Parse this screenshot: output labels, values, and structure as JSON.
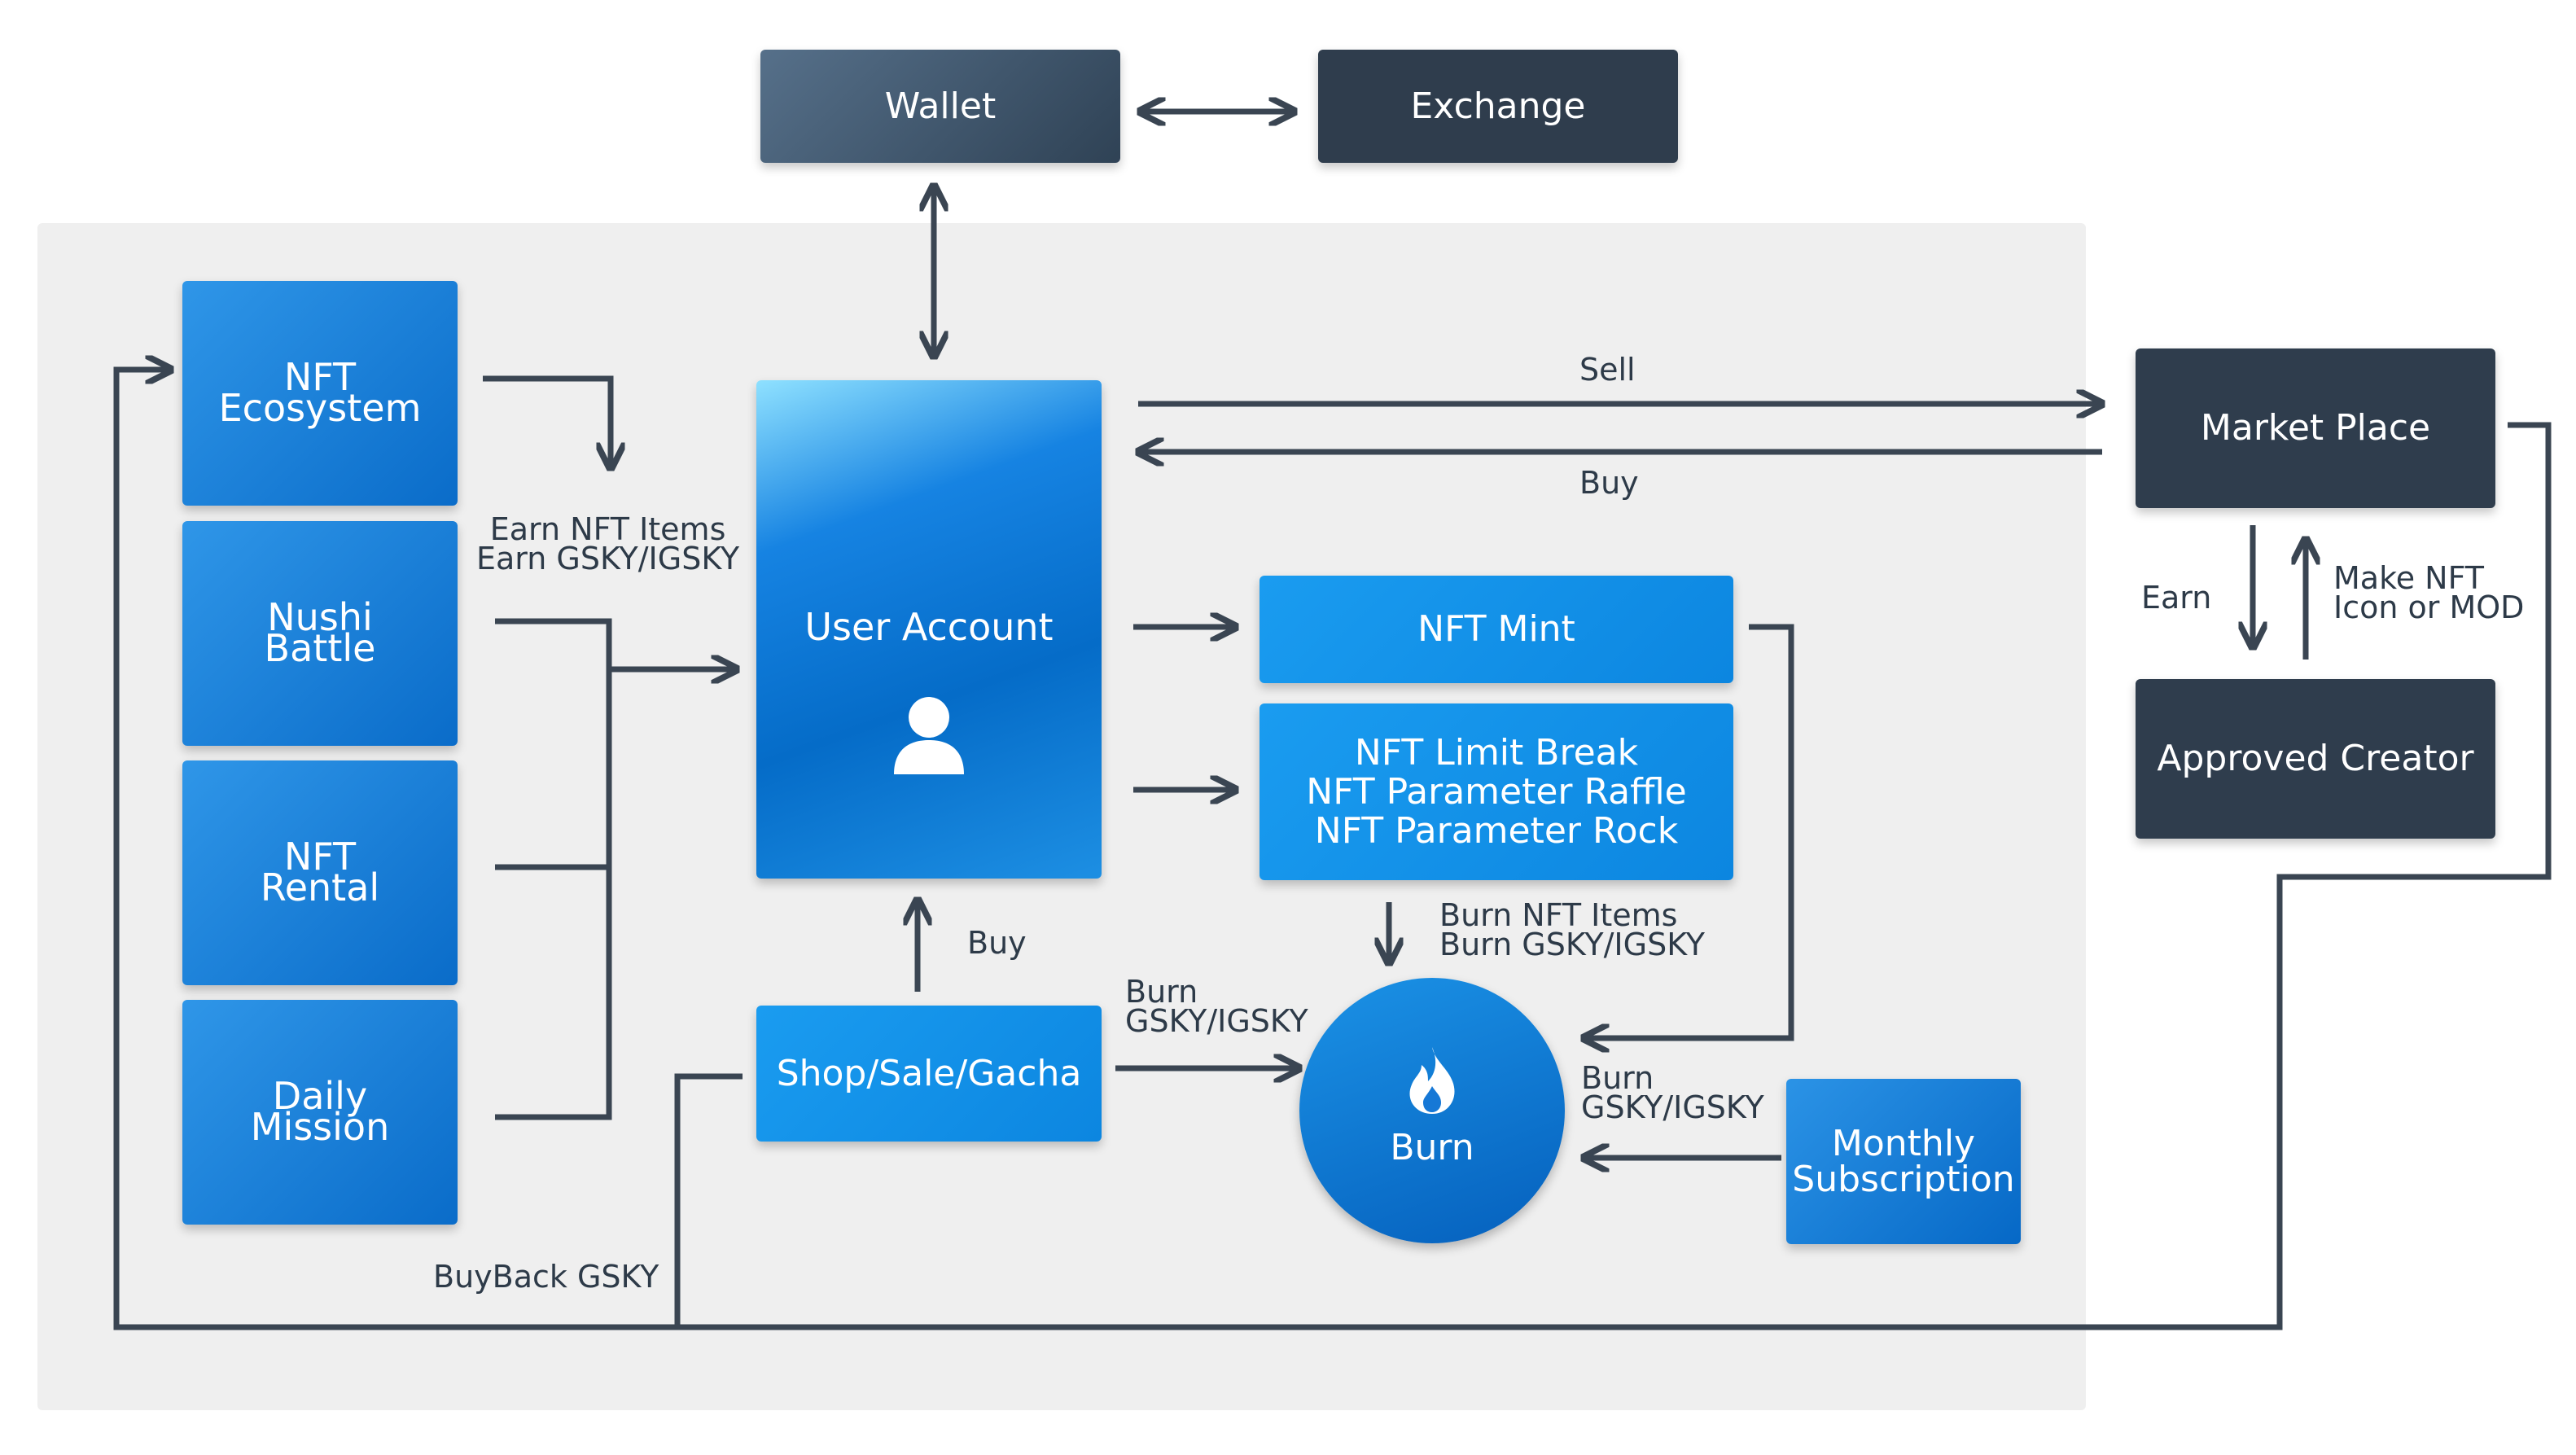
{
  "nodes": {
    "wallet": "Wallet",
    "exchange": "Exchange",
    "nft_ecosystem": [
      "NFT",
      "Ecosystem"
    ],
    "nushi_battle": [
      "Nushi",
      "Battle"
    ],
    "nft_rental": [
      "NFT",
      "Rental"
    ],
    "daily_mission": [
      "Daily",
      "Mission"
    ],
    "user_account": "User Account",
    "nft_mint": "NFT Mint",
    "nft_limit_group": [
      "NFT Limit Break",
      "NFT Parameter Raffle",
      "NFT Parameter Rock"
    ],
    "shop": "Shop/Sale/Gacha",
    "burn": "Burn",
    "monthly_subscription": [
      "Monthly",
      "Subscription"
    ],
    "market_place": "Market Place",
    "approved_creator": "Approved Creator"
  },
  "labels": {
    "earn_nft": [
      "Earn NFT Items",
      "Earn GSKY/IGSKY"
    ],
    "sell": "Sell",
    "buy_market": "Buy",
    "earn_creator": "Earn",
    "make_nft": [
      "Make NFT",
      "Icon or MOD"
    ],
    "buy_shop": "Buy",
    "burn_shop": [
      "Burn",
      "GSKY/IGSKY"
    ],
    "burn_nft_items": [
      "Burn NFT Items",
      "Burn GSKY/IGSKY"
    ],
    "burn_subscription": [
      "Burn",
      "GSKY/IGSKY"
    ],
    "buyback": "BuyBack GSKY"
  },
  "icons": {
    "user": "user-icon",
    "fire": "fire-icon"
  },
  "colors": {
    "dark_box": "#2f3d4d",
    "blue_box": "#0a6cc9",
    "line": "#3a4552",
    "panel": "#efefef"
  }
}
